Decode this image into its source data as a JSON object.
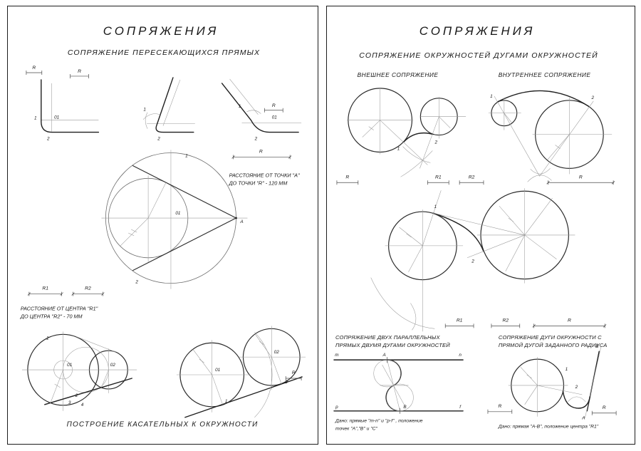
{
  "labels": {
    "r": "R",
    "r1": "R1",
    "r2": "R2",
    "n1": "1",
    "n2": "2",
    "n3": "3",
    "n4": "4",
    "o1": "01",
    "o2": "02",
    "a": "A",
    "b": "B",
    "m": "m",
    "n": "n",
    "p": "p",
    "f": "f"
  },
  "left": {
    "title": "СОПРЯЖЕНИЯ",
    "subtitle": "СОПРЯЖЕНИЕ ПЕРЕСЕКАЮЩИХСЯ ПРЯМЫХ",
    "note_a_line1": "РАССТОЯНИЕ ОТ ТОЧКИ \"А\"",
    "note_a_line2": "ДО ТОЧКИ \"R\" - 120 ММ",
    "note_r_line1": "РАССТОЯНИЕ ОТ ЦЕНТРА \"R1\"",
    "note_r_line2": "ДО ЦЕНТРА \"R2\" - 70 ММ",
    "caption": "ПОСТРОЕНИЕ КАСАТЕЛЬНЫХ К ОКРУЖНОСТИ"
  },
  "right": {
    "title": "СОПРЯЖЕНИЯ",
    "subtitle": "СОПРЯЖЕНИЕ ОКРУЖНОСТЕЙ ДУГАМИ ОКРУЖНОСТЕЙ",
    "external_label": "ВНЕШНЕЕ СОПРЯЖЕНИЕ",
    "internal_label": "ВНУТРЕННЕЕ СОПРЯЖЕНИЕ",
    "parallel_h1": "СОПРЯЖЕНИЕ ДВУХ ПАРАЛЛЕЛЬНЫХ",
    "parallel_h2": "ПРЯМЫХ ДВУМЯ ДУГАМИ ОКРУЖНОСТЕЙ",
    "parallel_cap1": "Дано: прямые \"m-n\" и \"p-f\" , положение",
    "parallel_cap2": "точек \"А\",\"В\" и \"С\"",
    "arcline_h1": "СОПРЯЖЕНИЕ ДУГИ ОКРУЖНОСТИ С",
    "arcline_h2": "ПРЯМОЙ ДУГОЙ ЗАДАННОГО РАДИУСА",
    "arcline_cap": "Дано: прямая \"А-В\", положение центра \"R1\""
  }
}
